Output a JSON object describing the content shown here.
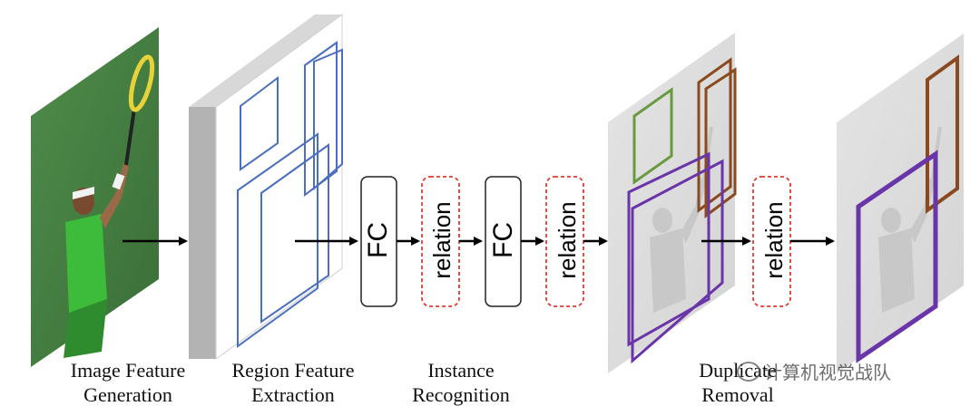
{
  "stages": {
    "generation": {
      "line1": "Image Feature",
      "line2": "Generation"
    },
    "extraction": {
      "line1": "Region Feature",
      "line2": "Extraction"
    },
    "recognition": {
      "line1": "Instance",
      "line2": "Recognition"
    },
    "removal": {
      "line1": "Duplicate",
      "line2": "Removal"
    }
  },
  "blocks": {
    "fc1": "FC",
    "relation1": "relation",
    "fc2": "FC",
    "relation2": "relation",
    "relation3": "relation"
  },
  "watermark": "计算机视觉战队",
  "colors": {
    "region_box": "#4a6fc0",
    "proposal_green": "#6a9a40",
    "proposal_brown": "#8a4a1e",
    "proposal_purple": "#6a35a8",
    "relation_border": "#e03a2e",
    "photo_green": "#3f7a3a"
  }
}
